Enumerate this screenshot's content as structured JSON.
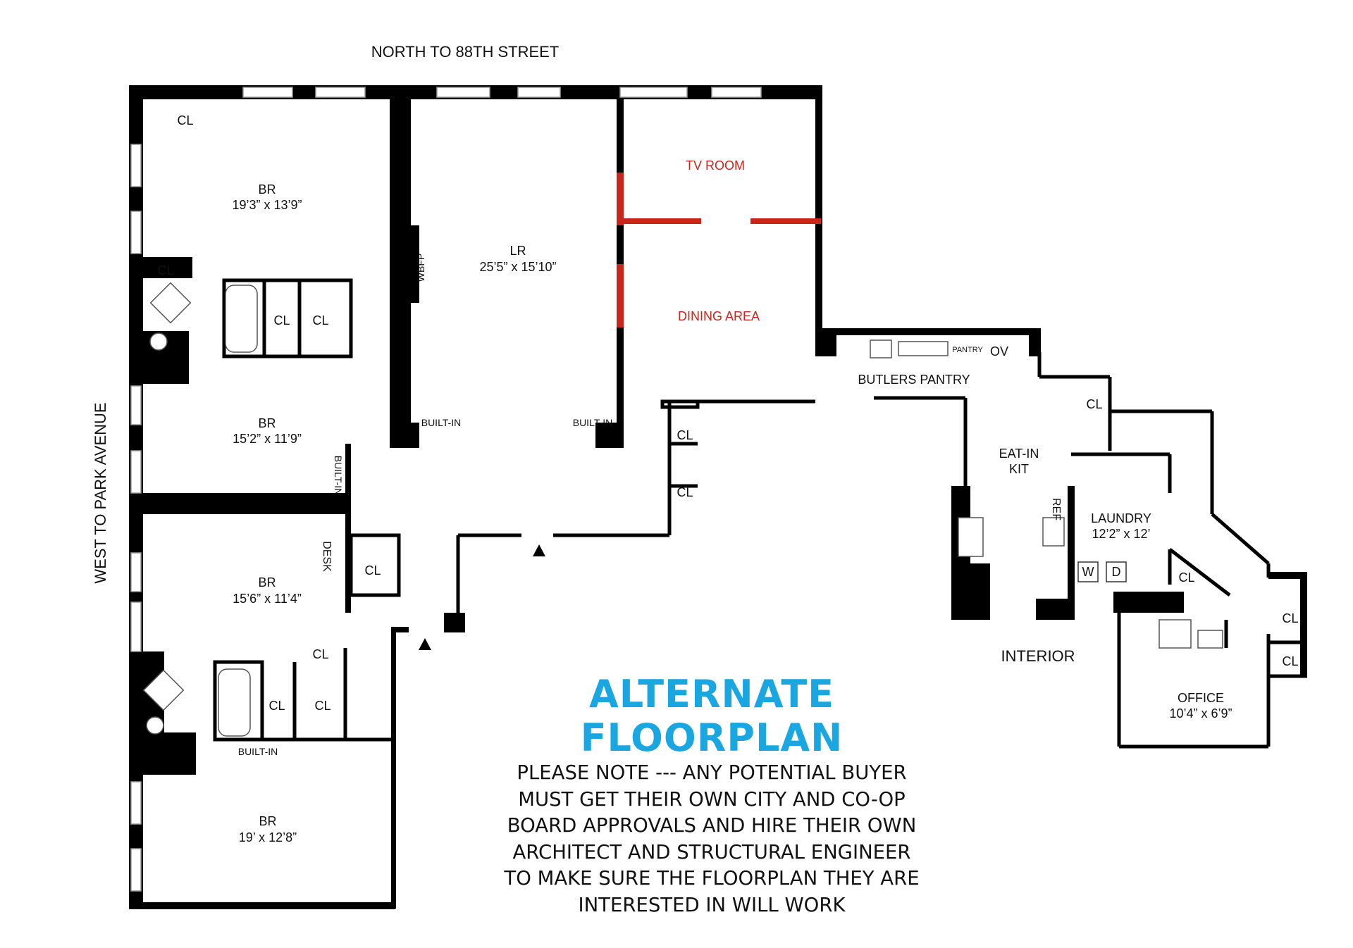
{
  "headings": {
    "north": "NORTH TO 88TH STREET",
    "west": "WEST  TO PARK AVENUE",
    "interior": "INTERIOR"
  },
  "rooms": {
    "br1": {
      "name": "BR",
      "dims": "19’3” x 13’9”"
    },
    "br2": {
      "name": "BR",
      "dims": "15’2” x 11’9”"
    },
    "br3": {
      "name": "BR",
      "dims": "15’6” x 11’4”"
    },
    "br4": {
      "name": "BR",
      "dims": "19’ x 12’8”"
    },
    "lr": {
      "name": "LR",
      "dims": "25’5” x 15’10”"
    },
    "tv": {
      "name": "TV ROOM"
    },
    "dining": {
      "name": "DINING AREA"
    },
    "butlers": {
      "name": "BUTLERS PANTRY"
    },
    "pantry": {
      "name": "PANTRY"
    },
    "ov": {
      "name": "OV"
    },
    "kitchen": {
      "line1": "EAT-IN",
      "line2": "KIT"
    },
    "ref": {
      "name": "REF"
    },
    "laundry": {
      "name": "LAUNDRY",
      "dims": "12’2” x 12’"
    },
    "office": {
      "name": "OFFICE",
      "dims": "10’4” x 6’9”"
    },
    "w": {
      "name": "W"
    },
    "d": {
      "name": "D"
    },
    "wbfp": {
      "name": "WBFP"
    },
    "desk": {
      "name": "DESK"
    }
  },
  "labels": {
    "cl": "CL",
    "built_in": "BUILT-IN"
  },
  "note": {
    "title": "ALTERNATE FLOORPLAN",
    "lines": [
      "PLEASE NOTE --- ANY POTENTIAL BUYER",
      "MUST GET THEIR OWN CITY AND CO-OP",
      "BOARD APPROVALS AND HIRE THEIR OWN",
      "ARCHITECT AND STRUCTURAL ENGINEER",
      "TO MAKE SURE THE FLOORPLAN THEY ARE",
      "INTERESTED IN WILL WORK"
    ]
  },
  "colors": {
    "accent_red": "#c8261b",
    "title_blue": "#1aa6e0",
    "wall": "#000000"
  }
}
